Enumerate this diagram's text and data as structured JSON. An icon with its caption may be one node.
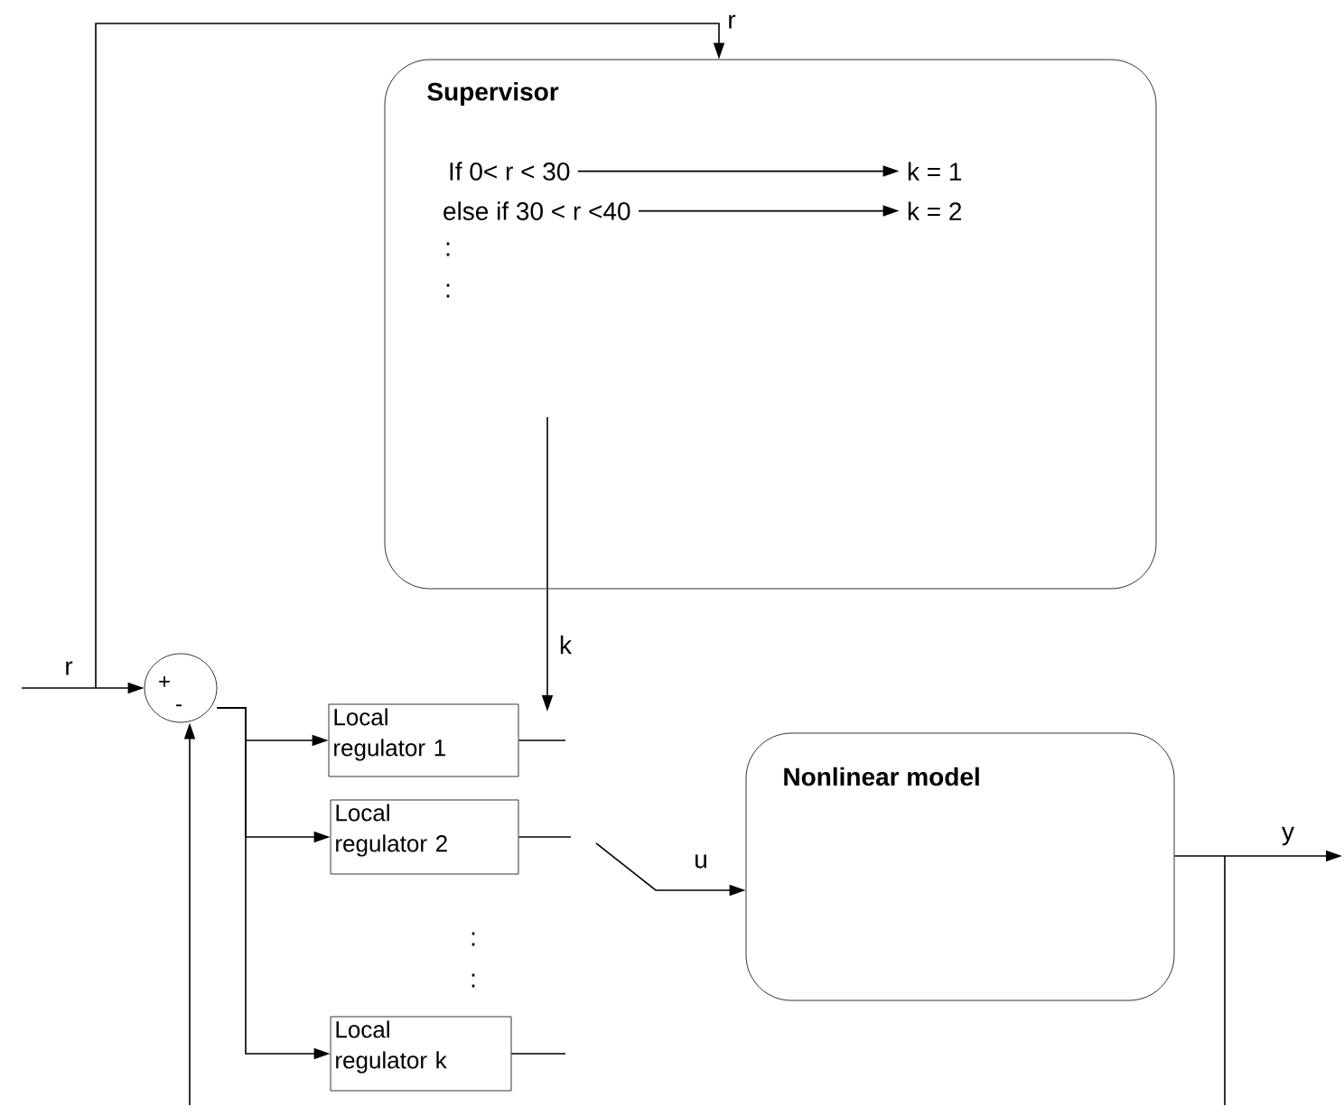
{
  "diagram": {
    "nodes": [
      {
        "text": [
          "Supervisor"
        ]
      },
      {
        "text": [
          "If 0< r < 30"
        ],
        "in": 0
      },
      {
        "text": [
          "k = 1"
        ],
        "in": 0
      },
      {
        "text": [
          "else if 30 < r <40"
        ],
        "in": 0
      },
      {
        "text": [
          "k = 2"
        ],
        "in": 0
      },
      {
        "text": [
          "+",
          "-"
        ]
      },
      {
        "text": [
          "Local regulator 1"
        ]
      },
      {
        "text": [
          "Local regulator 2"
        ]
      },
      {
        "text": [
          "Local regulator k"
        ]
      },
      {
        "text": [
          "Nonlinear model"
        ]
      }
    ],
    "edges": [
      {
        "from": 1,
        "to": 2,
        "arrow": "to"
      },
      {
        "from": 3,
        "to": 4,
        "arrow": "to"
      },
      {
        "from": null,
        "to": 5,
        "arrow": "to",
        "label": "r"
      },
      {
        "from": null,
        "to": 0,
        "arrow": "to",
        "label": "r"
      },
      {
        "from": null,
        "to": 5,
        "arrow": "to"
      },
      {
        "from": 5,
        "to": 6,
        "arrow": "to"
      },
      {
        "from": 5,
        "to": 7,
        "arrow": "to"
      },
      {
        "from": 5,
        "to": 8,
        "arrow": "to"
      },
      {
        "from": 0,
        "to": null,
        "arrow": "to",
        "label": "k"
      },
      {
        "from": 6,
        "to": null,
        "arrow": "none"
      },
      {
        "from": 7,
        "to": null,
        "arrow": "none"
      },
      {
        "from": 8,
        "to": null,
        "arrow": "none"
      },
      {
        "from": null,
        "to": 9,
        "arrow": "to",
        "label": "u"
      },
      {
        "from": 9,
        "to": null,
        "arrow": "to",
        "label": "y"
      }
    ],
    "labels": [
      ":",
      ":",
      ":",
      ":"
    ]
  }
}
